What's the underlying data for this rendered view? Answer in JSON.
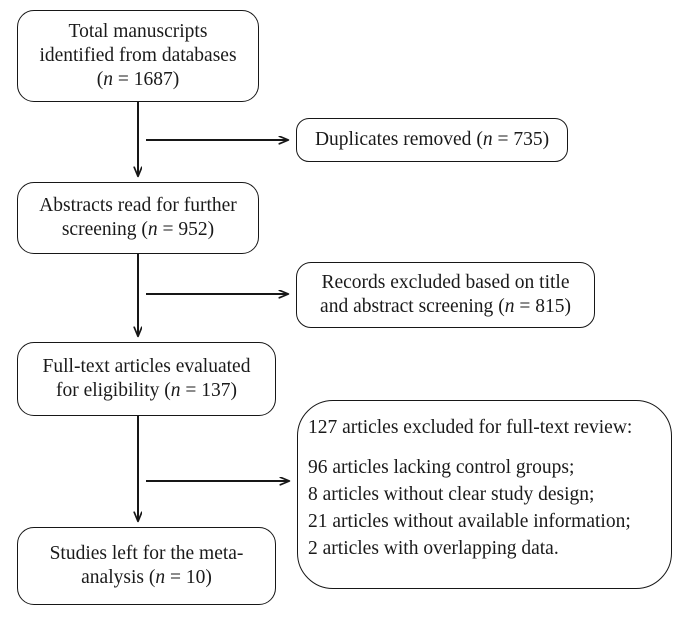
{
  "diagram": {
    "type": "prisma-flow-chart",
    "stroke_color": "#171717",
    "background_color": "#ffffff",
    "nodes": {
      "total_manuscripts": {
        "line1": "Total manuscripts",
        "line2": "identified from databases",
        "n_open": "(",
        "n_var": "n",
        "n_eq": " = ",
        "n_value": "1687",
        "n_close": ")"
      },
      "duplicates_removed": {
        "text": "Duplicates removed ",
        "n_open": "(",
        "n_var": "n",
        "n_eq": " = ",
        "n_value": "735",
        "n_close": ")"
      },
      "abstracts_read": {
        "line1": "Abstracts read for further",
        "line2": "screening ",
        "n_open": "(",
        "n_var": "n",
        "n_eq": " = ",
        "n_value": "952",
        "n_close": ")"
      },
      "records_excluded": {
        "line1": "Records excluded based on title",
        "line2": "and abstract screening ",
        "n_open": "(",
        "n_var": "n",
        "n_eq": " = ",
        "n_value": "815",
        "n_close": ")"
      },
      "fulltext_evaluated": {
        "line1": "Full-text articles evaluated",
        "line2": "for eligibility ",
        "n_open": "(",
        "n_var": "n",
        "n_eq": " = ",
        "n_value": "137",
        "n_close": ")"
      },
      "fulltext_excluded": {
        "heading": "127 articles excluded for full-text review:",
        "reasons": [
          "96 articles lacking control groups;",
          "8 articles without clear study design;",
          "21 articles without available information;",
          "2 articles with overlapping data."
        ]
      },
      "studies_included": {
        "line1": "Studies left for the meta-",
        "line2": "analysis ",
        "n_open": "(",
        "n_var": "n",
        "n_eq": " = ",
        "n_value": "10",
        "n_close": ")"
      }
    },
    "connectors": [
      {
        "name": "total-to-abstracts",
        "kind": "vertical-arrow"
      },
      {
        "name": "branch-to-duplicates",
        "kind": "horizontal-arrow"
      },
      {
        "name": "abstracts-to-fulltext",
        "kind": "vertical-arrow"
      },
      {
        "name": "branch-to-records-excluded",
        "kind": "horizontal-arrow"
      },
      {
        "name": "fulltext-to-studies",
        "kind": "vertical-arrow"
      },
      {
        "name": "branch-to-fulltext-excluded",
        "kind": "horizontal-arrow"
      }
    ]
  }
}
